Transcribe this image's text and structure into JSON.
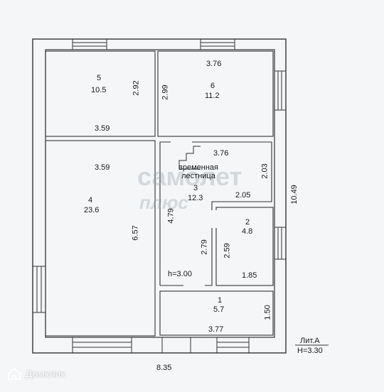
{
  "rooms": [
    {
      "number": "5",
      "area": "10.5"
    },
    {
      "number": "6",
      "area": "11.2"
    },
    {
      "number": "4",
      "area": "23.6"
    },
    {
      "number": "3",
      "area": "12.3"
    },
    {
      "number": "2",
      "area": "4.8"
    },
    {
      "number": "1",
      "area": "5.7"
    }
  ],
  "dims": {
    "r5_width": "3.59",
    "r5_height": "2.92",
    "r6_top": "3.76",
    "r6_height": "2.99",
    "r4_top": "3.59",
    "r4_height": "6.57",
    "r3_top": "3.76",
    "r3_right": "2.03",
    "r3_mid": "2.05",
    "r3_left": "4.79",
    "r3_lower": "2.79",
    "r2_height": "2.59",
    "r2_width": "1.85",
    "r1_height": "1.50",
    "r1_width": "3.77",
    "total_height": "10.49",
    "total_width": "8.35"
  },
  "stair_label_line1": "временная",
  "stair_label_line2": "лестница",
  "ceiling_height": "h=3.00",
  "lit_label": "Лит.А",
  "lit_height": "H=3.30",
  "watermark_line1": "самолет",
  "watermark_line2": "плюс",
  "brand_name": "Домклик"
}
